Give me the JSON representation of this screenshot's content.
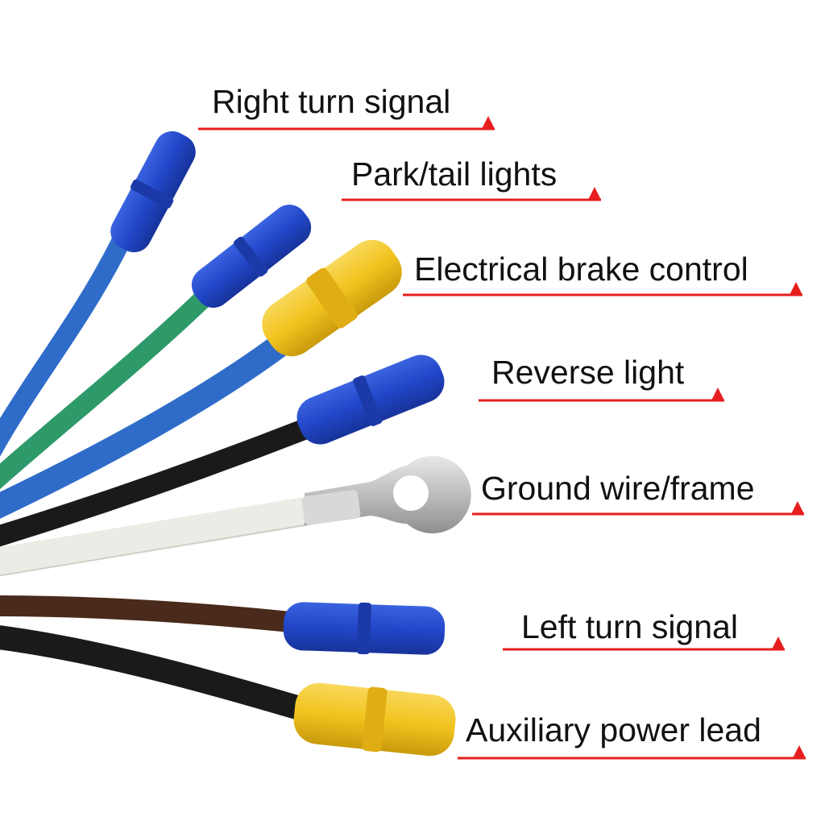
{
  "colors": {
    "leader_line": "#e61e1e",
    "label_text": "#111111",
    "wire_blue": "#2f6cc9",
    "wire_green": "#2e9a6a",
    "wire_black": "#1a1a1a",
    "wire_white": "#ecece6",
    "wire_brown": "#4a2a1a",
    "connector_blue": "#2246c8",
    "connector_yellow": "#f2c31e",
    "ring_terminal": "#c8c8c8"
  },
  "wires": [
    {
      "label": "Right turn signal",
      "wire_color": "blue",
      "connector": "blue-butt-connector"
    },
    {
      "label": "Park/tail lights",
      "wire_color": "green",
      "connector": "blue-butt-connector"
    },
    {
      "label": "Electrical brake control",
      "wire_color": "blue",
      "connector": "yellow-butt-connector"
    },
    {
      "label": "Reverse light",
      "wire_color": "black",
      "connector": "blue-butt-connector"
    },
    {
      "label": "Ground wire/frame",
      "wire_color": "white",
      "connector": "ring-terminal"
    },
    {
      "label": "Left turn signal",
      "wire_color": "brown",
      "connector": "blue-butt-connector"
    },
    {
      "label": "Auxiliary power lead",
      "wire_color": "black",
      "connector": "yellow-butt-connector"
    }
  ]
}
